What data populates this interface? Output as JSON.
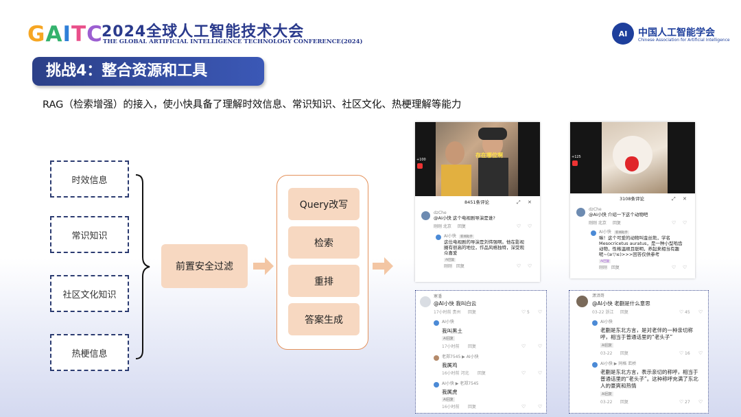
{
  "header": {
    "event_logo_letters": [
      {
        "ch": "G",
        "color": "#f6a623"
      },
      {
        "ch": "A",
        "color": "#34b26d"
      },
      {
        "ch": "I",
        "color": "#2f7fd8"
      },
      {
        "ch": "T",
        "color": "#e94f8a"
      },
      {
        "ch": "C",
        "color": "#9c5fd1"
      }
    ],
    "conference_title": "2024全球人工智能技术大会",
    "conference_subtitle": "THE GLOBAL ARTIFICIAL INTELLIGENCE TECHNOLOGY CONFERENCE(2024)",
    "org_logo_text": "AI",
    "org_name": "中国人工智能学会",
    "org_name_en": "Chinese Association for Artificial Intelligence"
  },
  "slide": {
    "title": "挑战4：整合资源和工具",
    "subtitle": "RAG（检索增强）的接入，使小快具备了理解时效信息、常识知识、社区文化、热梗理解等能力"
  },
  "flow": {
    "inputs": [
      "时效信息",
      "常识知识",
      "社区文化知识",
      "热梗信息"
    ],
    "filter": "前置安全过滤",
    "pipeline": [
      "Query改写",
      "检索",
      "重排",
      "答案生成"
    ],
    "colors": {
      "step_fill": "#f7d8c1",
      "arrow": "#f3c6a4",
      "pipeline_border": "#e4915a",
      "dash": "#2a3a70"
    }
  },
  "screenshot_1": {
    "overlay": "存在哪位啊",
    "side_count": "+100",
    "comment_count": "8451条评论",
    "user": "dzChe",
    "question": "@AI小快 这个电视剧导演是谁?",
    "meta": "刚刚 北京",
    "reply_btn": "回复",
    "ai_name": "AI小快",
    "ai_tag": "AI回复",
    "ai_badge": "新闻助手",
    "answer_lines": [
      "这位电视剧的导演是刘伟强啊。他在影视",
      "圈有很高的地位，作品风格独特，深受观",
      "众喜爱"
    ],
    "answer_meta": "刚刚",
    "answer_reply": "回复"
  },
  "screenshot_2": {
    "side_count": "+125",
    "comment_count": "3108条评论",
    "user": "dzChe",
    "question": "@AI小快 介绍一下这个动物吧",
    "meta": "刚刚 北京",
    "reply_btn": "回复",
    "ai_name": "AI小快",
    "ai_tag": "AI回复",
    "ai_badge": "新闻助手",
    "answer_lines": [
      "嘛！这个可爱的动物叫金丝熊，学名",
      "Mesocricetus auratus，是一种小型啮齿",
      "动物，性格温顺且聪明，养起来相当有趣",
      "呢~(≥▽≤)>>>回答仅供参考"
    ],
    "answer_meta": "刚刚",
    "answer_reply": "回复"
  },
  "chat_3": {
    "user": "寒潘",
    "q": "@AI小快 我叫白云",
    "q_meta": "17小时前 贵州",
    "reply": "回复",
    "like_count": "5",
    "ai_name": "AI小快",
    "ai_tag": "AI回复",
    "a1": "我叫黑土",
    "a1_meta": "17小时前",
    "u2": "老郑7545 ▶ AI小快",
    "u2_msg": "我属鸡",
    "u2_meta": "16小时前 河北",
    "ai2_line": "AI小快 ▶ 老郑7545",
    "a2": "我属虎",
    "a2_meta": "16小时前"
  },
  "chat_4": {
    "user": "潇洒哥",
    "q": "@AI小快 老蒯是什么意思",
    "q_meta": "03-22 浙江",
    "reply": "回复",
    "like_count": "45",
    "ai_name": "AI小快",
    "ai_tag": "AI回复",
    "a1_lines": [
      "老蒯是东北方言，是对老伴的一种亲切称",
      "呼，相当于普通话里的“老头子”"
    ],
    "a1_meta": "03-22",
    "a1_like": "16",
    "ai2_line": "AI小快 ▶ 同格 若桥",
    "a2_lines": [
      "老蒯是东北方言，表示亲切的称呼，相当于",
      "普通话里的“老头子”。这种称呼充满了东北",
      "人的豪爽和热情"
    ],
    "a2_meta": "03-22",
    "a2_like": "27"
  }
}
